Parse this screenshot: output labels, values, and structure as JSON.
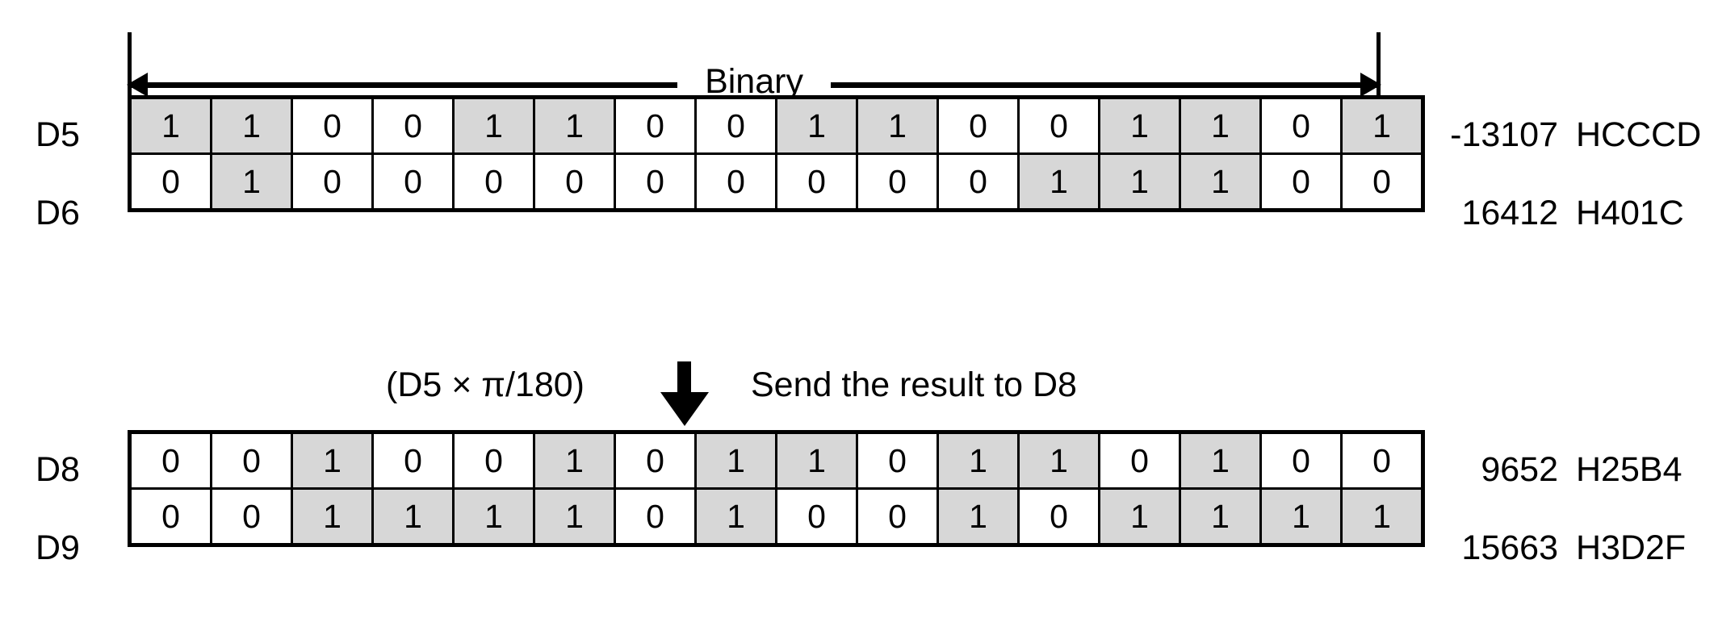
{
  "header": {
    "binary_label": "Binary"
  },
  "operation": {
    "formula": "(D5 × π/180)",
    "arrow_icon": "down-arrow-icon",
    "text": "Send the result to D8"
  },
  "registers": {
    "upper": [
      {
        "name": "D5",
        "bits": [
          1,
          1,
          0,
          0,
          1,
          1,
          0,
          0,
          1,
          1,
          0,
          0,
          1,
          1,
          0,
          1
        ],
        "decimal": "-13107",
        "hex": "HCCCD"
      },
      {
        "name": "D6",
        "bits": [
          0,
          1,
          0,
          0,
          0,
          0,
          0,
          0,
          0,
          0,
          0,
          1,
          1,
          1,
          0,
          0
        ],
        "decimal": "16412",
        "hex": "H401C"
      }
    ],
    "lower": [
      {
        "name": "D8",
        "bits": [
          0,
          0,
          1,
          0,
          0,
          1,
          0,
          1,
          1,
          0,
          1,
          1,
          0,
          1,
          0,
          0
        ],
        "decimal": "9652",
        "hex": "H25B4"
      },
      {
        "name": "D9",
        "bits": [
          0,
          0,
          1,
          1,
          1,
          1,
          0,
          1,
          0,
          0,
          1,
          0,
          1,
          1,
          1,
          1
        ],
        "decimal": "15663",
        "hex": "H3D2F"
      }
    ]
  },
  "colors": {
    "bit_on_fill": "#d7d7d7",
    "bit_off_fill": "#ffffff",
    "line": "#000000"
  }
}
